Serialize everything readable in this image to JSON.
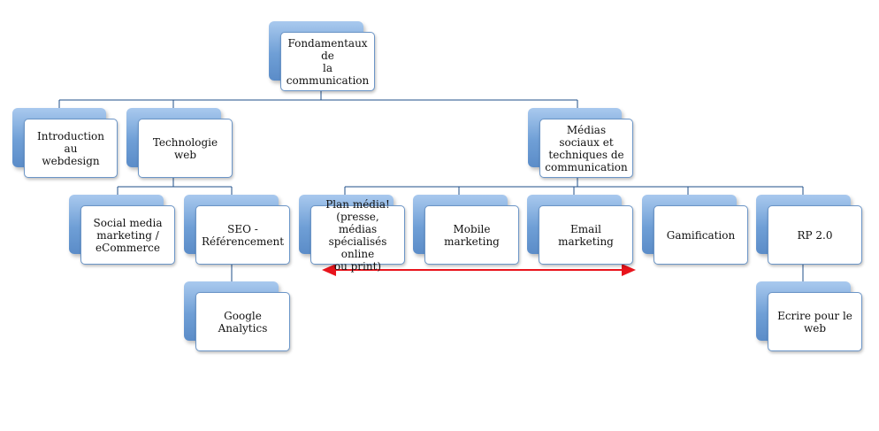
{
  "nodes": {
    "root": "Fondamentaux de\nla communication",
    "intro": "Introduction au\nwebdesign",
    "tech": "Technologie web",
    "medias": "Médias sociaux et\ntechniques de\ncommunication",
    "social": "Social media\nmarketing /\neCommerce",
    "seo": "SEO -\nRéférencement",
    "ga": "Google Analytics",
    "plan": "Plan média!\n(presse, médias\nspécialisés online\nou print)",
    "mobile": "Mobile marketing",
    "email": "Email marketing",
    "gamif": "Gamification",
    "rp": "RP 2.0",
    "ecrire": "Ecrire pour le web"
  },
  "colors": {
    "box_back": "#6f9fd6",
    "box_border": "#6b95c7",
    "connector": "#1f4f8a",
    "arrow": "#e8141c"
  }
}
